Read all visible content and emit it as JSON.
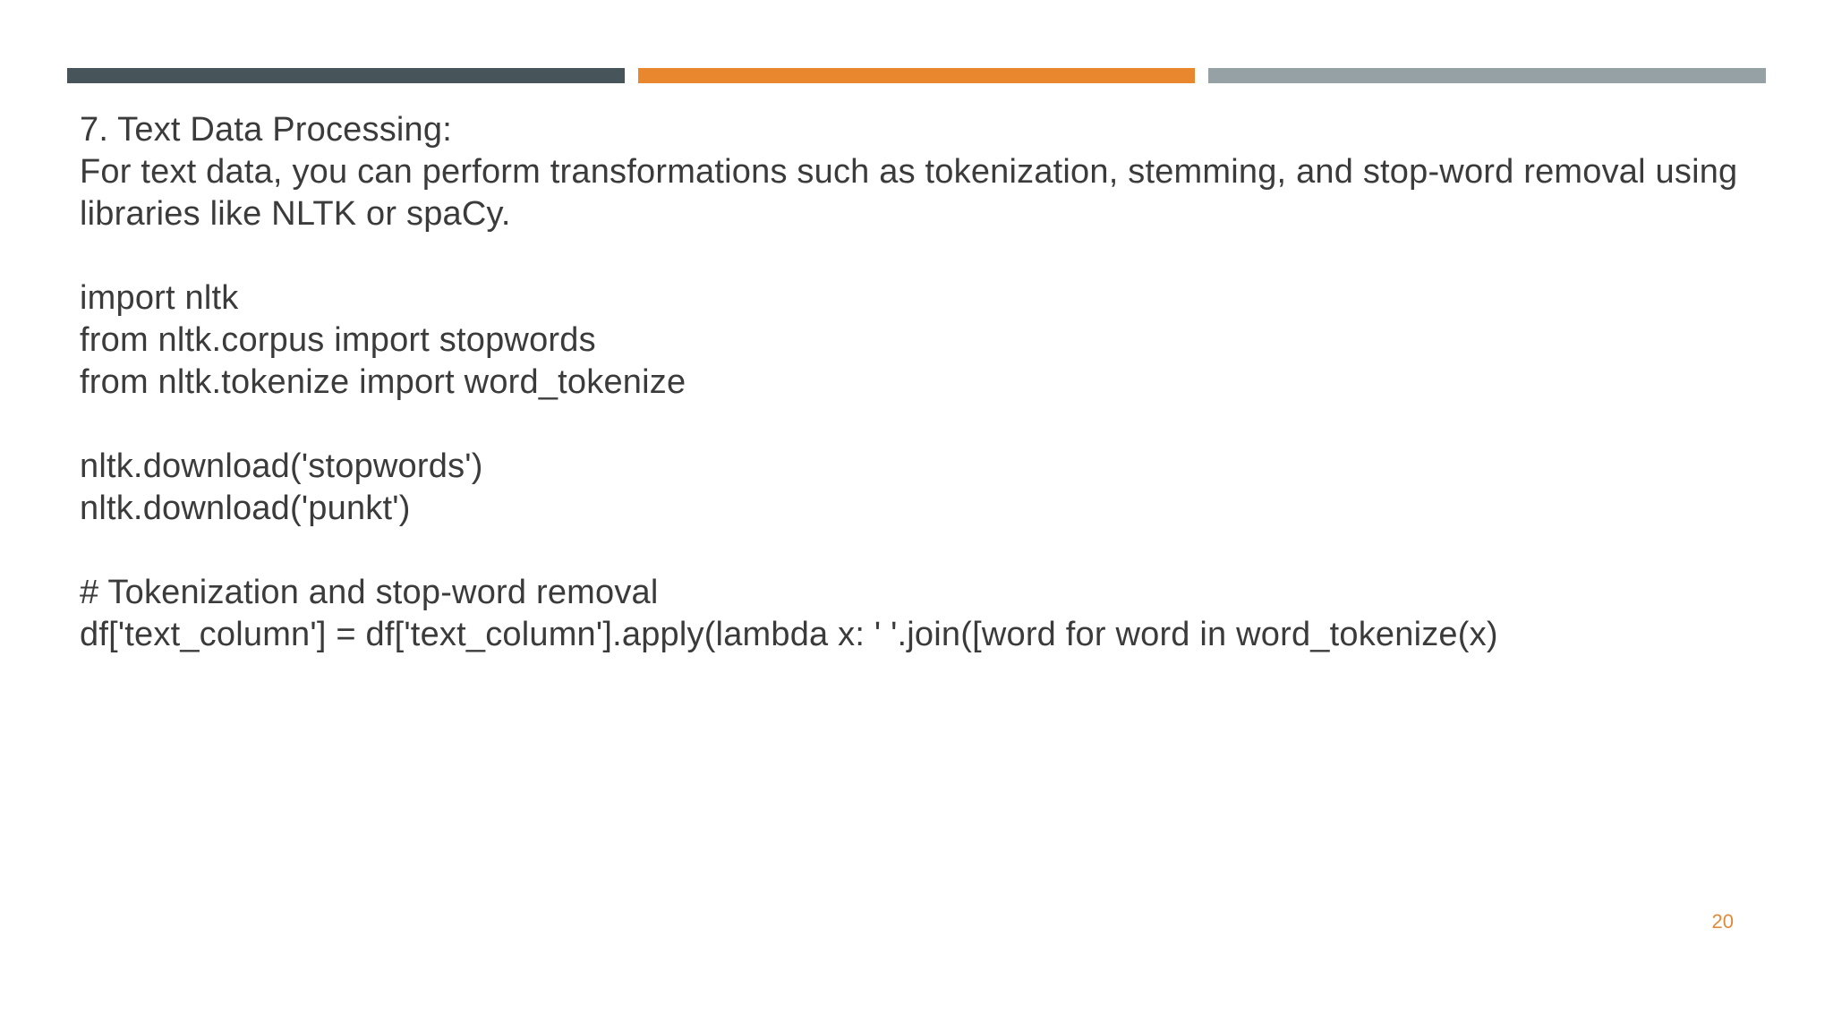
{
  "slide": {
    "accent_bar": {
      "segment_colors": {
        "dark": "#47545A",
        "orange": "#E8872E",
        "gray": "#96A1A5"
      }
    },
    "content": {
      "title": "7. Text Data Processing:",
      "lines": [
        "7. Text Data Processing:",
        "For text data, you can perform transformations such as tokenization, stemming, and stop-word removal using",
        "libraries like NLTK or spaCy.",
        "",
        "import nltk",
        "from nltk.corpus import stopwords",
        "from nltk.tokenize import word_tokenize",
        "",
        "nltk.download('stopwords')",
        "nltk.download('punkt')",
        "",
        "# Tokenization and stop-word removal",
        "df['text_column'] = df['text_column'].apply(lambda x: ' '.join([word for word in word_tokenize(x)"
      ]
    },
    "footer": {
      "page_number": "20",
      "page_number_color": "#E08A3C"
    },
    "text_color": "#3B3B3B"
  }
}
